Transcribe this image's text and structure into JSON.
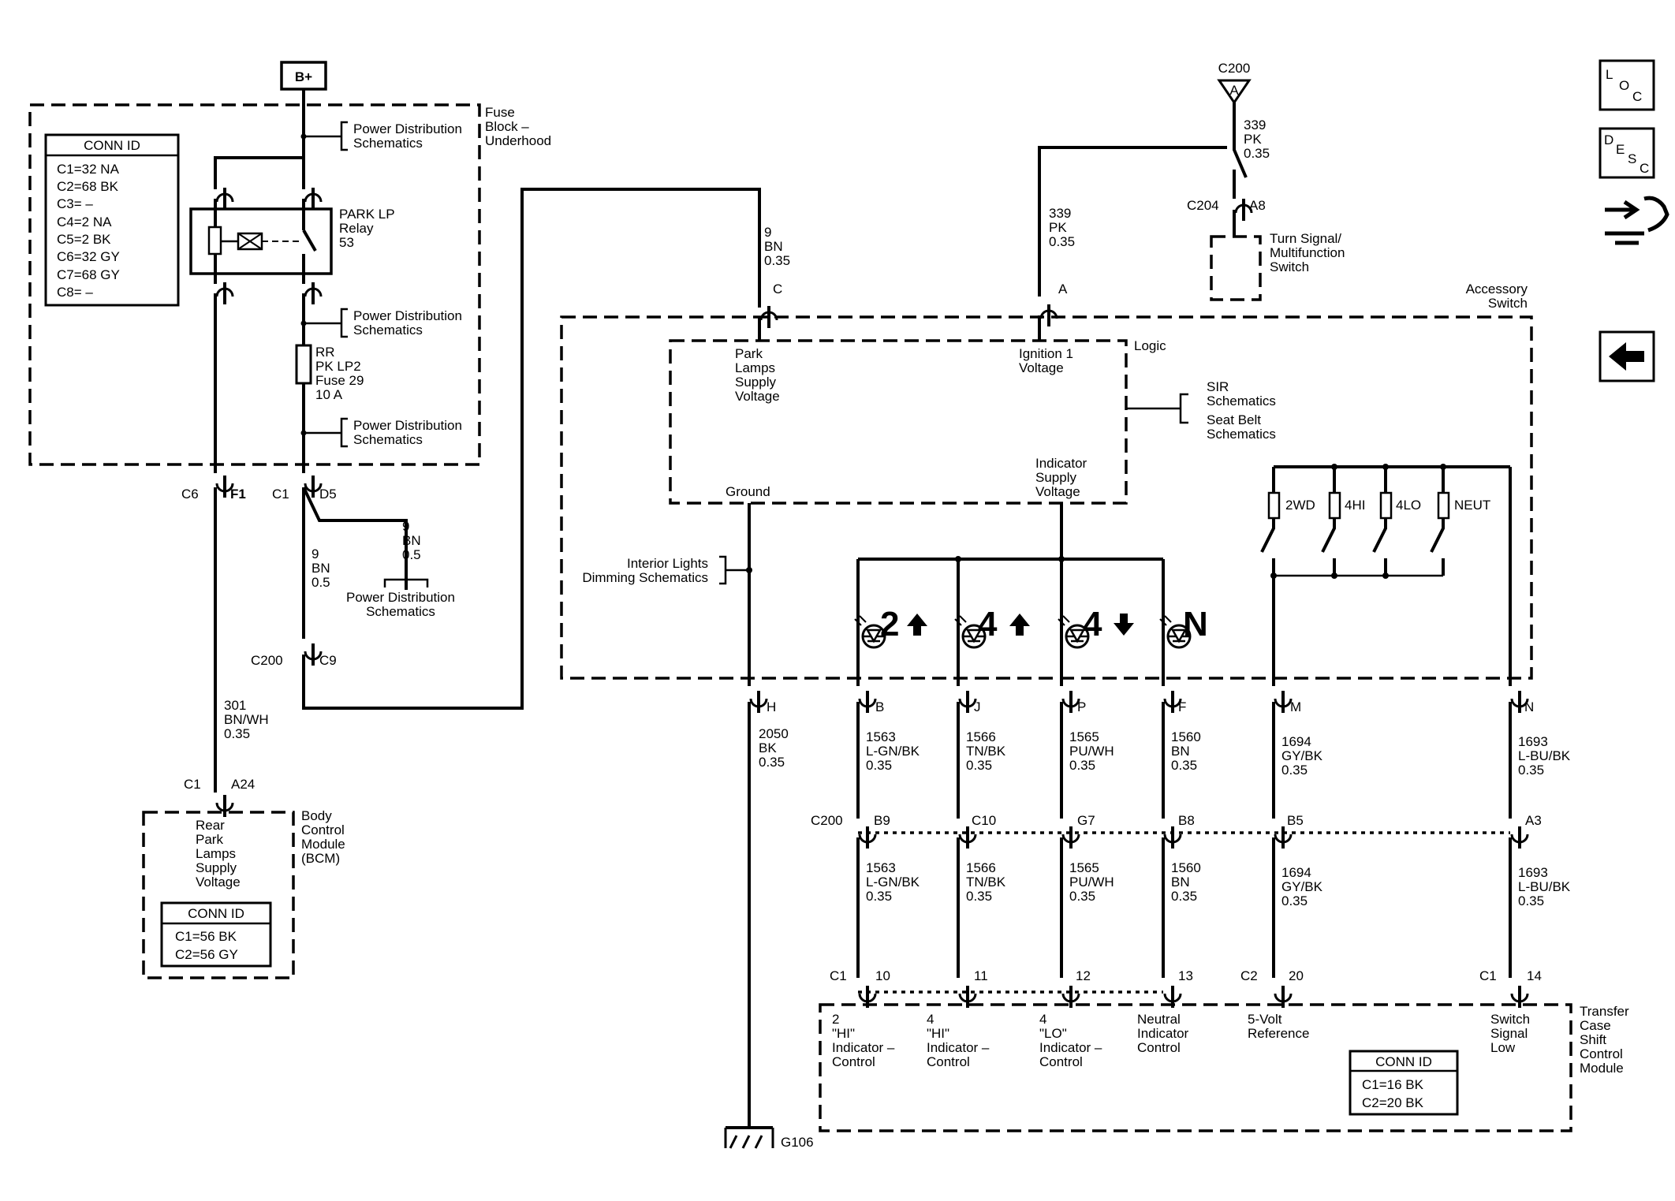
{
  "nav": {
    "loc": [
      "L",
      "O",
      "C"
    ],
    "desc": [
      "D",
      "E",
      "S",
      "C"
    ]
  },
  "power": {
    "bplus": "B+"
  },
  "fuse_block": {
    "title": [
      "Fuse",
      "Block –",
      "Underhood"
    ],
    "conn_id_title": "CONN ID",
    "conn_ids": [
      "C1=32 NA",
      "C2=68 BK",
      "C3= –",
      "C4=2 NA",
      "C5=2 BK",
      "C6=32 GY",
      "C7=68 GY",
      "C8= –"
    ],
    "pds_label": [
      "Power Distribution",
      "Schematics"
    ],
    "relay": [
      "PARK LP",
      "Relay",
      "53"
    ],
    "fuse": [
      "RR",
      "PK LP2",
      "Fuse 29",
      "10 A"
    ],
    "c6": "C6",
    "f1": "F1",
    "c1": "C1",
    "d5": "D5"
  },
  "wires": {
    "w_9bn05_a": [
      "9",
      "BN",
      "0.5"
    ],
    "w_9bn05_b": [
      "9",
      "BN",
      "0.5"
    ],
    "w_9bn035": [
      "9",
      "BN",
      "0.35"
    ],
    "w_301": [
      "301",
      "BN/WH",
      "0.35"
    ],
    "w_339_a": [
      "339",
      "PK",
      "0.35"
    ],
    "w_339_b": [
      "339",
      "PK",
      "0.35"
    ],
    "w_2050": [
      "2050",
      "BK",
      "0.35"
    ],
    "w_1563": [
      "1563",
      "L-GN/BK",
      "0.35"
    ],
    "w_1566": [
      "1566",
      "TN/BK",
      "0.35"
    ],
    "w_1565": [
      "1565",
      "PU/WH",
      "0.35"
    ],
    "w_1560": [
      "1560",
      "BN",
      "0.35"
    ],
    "w_1694": [
      "1694",
      "GY/BK",
      "0.35"
    ],
    "w_1693": [
      "1693",
      "L-BU/BK",
      "0.35"
    ]
  },
  "connectors": {
    "c200": "C200",
    "c9": "C9",
    "c204": "C204",
    "a8": "A8",
    "c200_a": "A",
    "c200_top": "C200",
    "pin_c": "C",
    "pin_a": "A",
    "pin_h": "H",
    "pin_b": "B",
    "pin_j": "J",
    "pin_p": "P",
    "pin_f": "F",
    "pin_m": "M",
    "pin_n": "N",
    "row_c200": "C200",
    "b9": "B9",
    "c10": "C10",
    "g7": "G7",
    "b8": "B8",
    "b5": "B5",
    "a3": "A3",
    "tc_c1_a": "C1",
    "p10": "10",
    "p11": "11",
    "p12": "12",
    "p13": "13",
    "tc_c2": "C2",
    "p20": "20",
    "tc_c1_b": "C1",
    "p14": "14",
    "bcm_c1": "C1",
    "a24": "A24",
    "g106": "G106"
  },
  "bcm": {
    "title": [
      "Body",
      "Control",
      "Module",
      "(BCM)"
    ],
    "input": [
      "Rear",
      "Park",
      "Lamps",
      "Supply",
      "Voltage"
    ],
    "conn_id_title": "CONN ID",
    "conn_ids": [
      "C1=56 BK",
      "C2=56 GY"
    ]
  },
  "turn_signal": [
    "Turn Signal/",
    "Multifunction",
    "Switch"
  ],
  "accessory_switch": {
    "title": [
      "Accessory",
      "Switch"
    ],
    "logic": "Logic",
    "park_supply": [
      "Park",
      "Lamps",
      "Supply",
      "Voltage"
    ],
    "ign1": [
      "Ignition 1",
      "Voltage"
    ],
    "sir": [
      "SIR",
      "Schematics"
    ],
    "seatbelt": [
      "Seat Belt",
      "Schematics"
    ],
    "ground": "Ground",
    "indicator_supply": [
      "Indicator",
      "Supply",
      "Voltage"
    ],
    "switches": [
      "2WD",
      "4HI",
      "4LO",
      "NEUT"
    ],
    "indicators": [
      "2",
      "4",
      "4",
      "N"
    ],
    "interior": [
      "Interior Lights",
      "Dimming Schematics"
    ]
  },
  "transfer_case": {
    "title": [
      "Transfer",
      "Case",
      "Shift",
      "Control",
      "Module"
    ],
    "inputs": [
      [
        "2",
        "\"HI\"",
        "Indicator –",
        "Control"
      ],
      [
        "4",
        "\"HI\"",
        "Indicator –",
        "Control"
      ],
      [
        "4",
        "\"LO\"",
        "Indicator –",
        "Control"
      ],
      [
        "Neutral",
        "Indicator",
        "Control"
      ],
      [
        "5-Volt",
        "Reference"
      ],
      [
        "Switch",
        "Signal",
        "Low"
      ]
    ],
    "conn_id_title": "CONN ID",
    "conn_ids": [
      "C1=16 BK",
      "C2=20 BK"
    ]
  }
}
